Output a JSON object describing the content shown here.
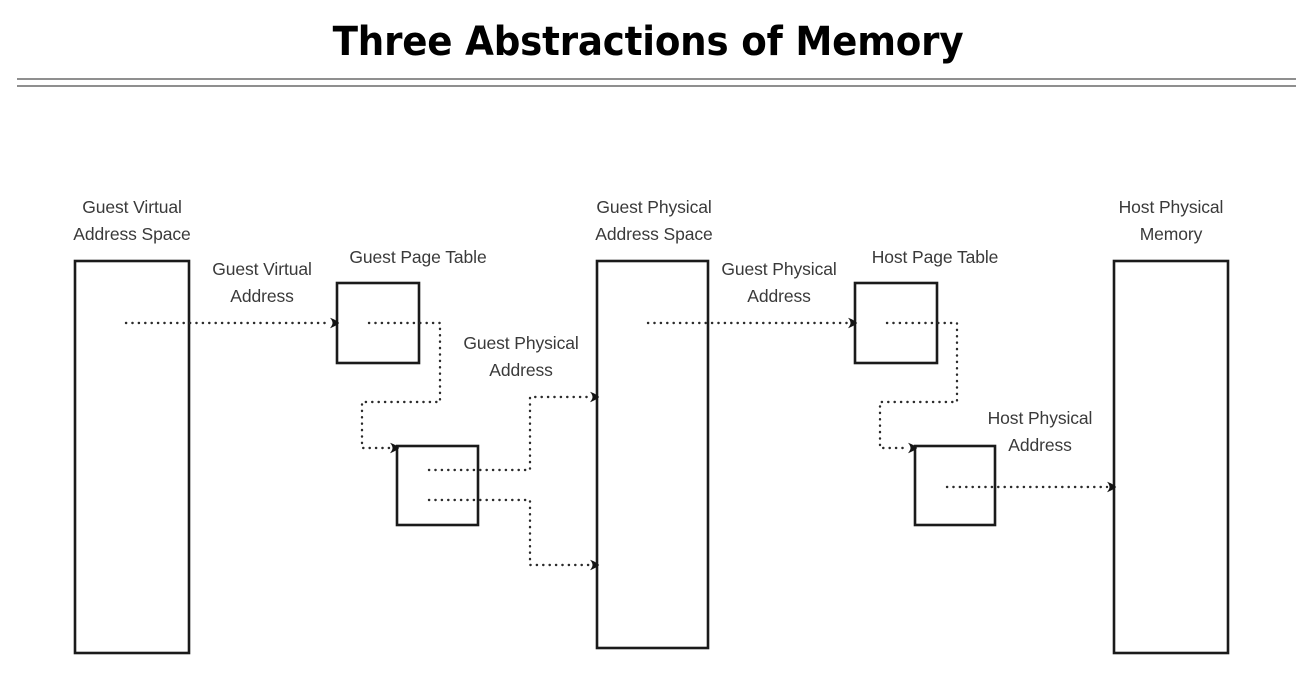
{
  "slide": {
    "title": "Three Abstractions of Memory",
    "background_color": "#ffffff",
    "rule_color": "#8f8f8f"
  },
  "diagram": {
    "type": "block-flow-diagram",
    "line_style": "dotted-with-arrowheads",
    "box_stroke_color": "#1a1a1a",
    "label_color": "#3a3a3a",
    "labels": {
      "guest_virtual_address_space_l1": "Guest Virtual",
      "guest_virtual_address_space_l2": "Address Space",
      "guest_virtual_address_l1": "Guest Virtual",
      "guest_virtual_address_l2": "Address",
      "guest_page_table": "Guest Page Table",
      "guest_physical_address_mid_l1": "Guest Physical",
      "guest_physical_address_mid_l2": "Address",
      "guest_physical_address_space_l1": "Guest Physical",
      "guest_physical_address_space_l2": "Address Space",
      "guest_physical_address_right_l1": "Guest Physical",
      "guest_physical_address_right_l2": "Address",
      "host_page_table": "Host Page Table",
      "host_physical_address_l1": "Host Physical",
      "host_physical_address_l2": "Address",
      "host_physical_memory_l1": "Host Physical",
      "host_physical_memory_l2": "Memory"
    }
  }
}
